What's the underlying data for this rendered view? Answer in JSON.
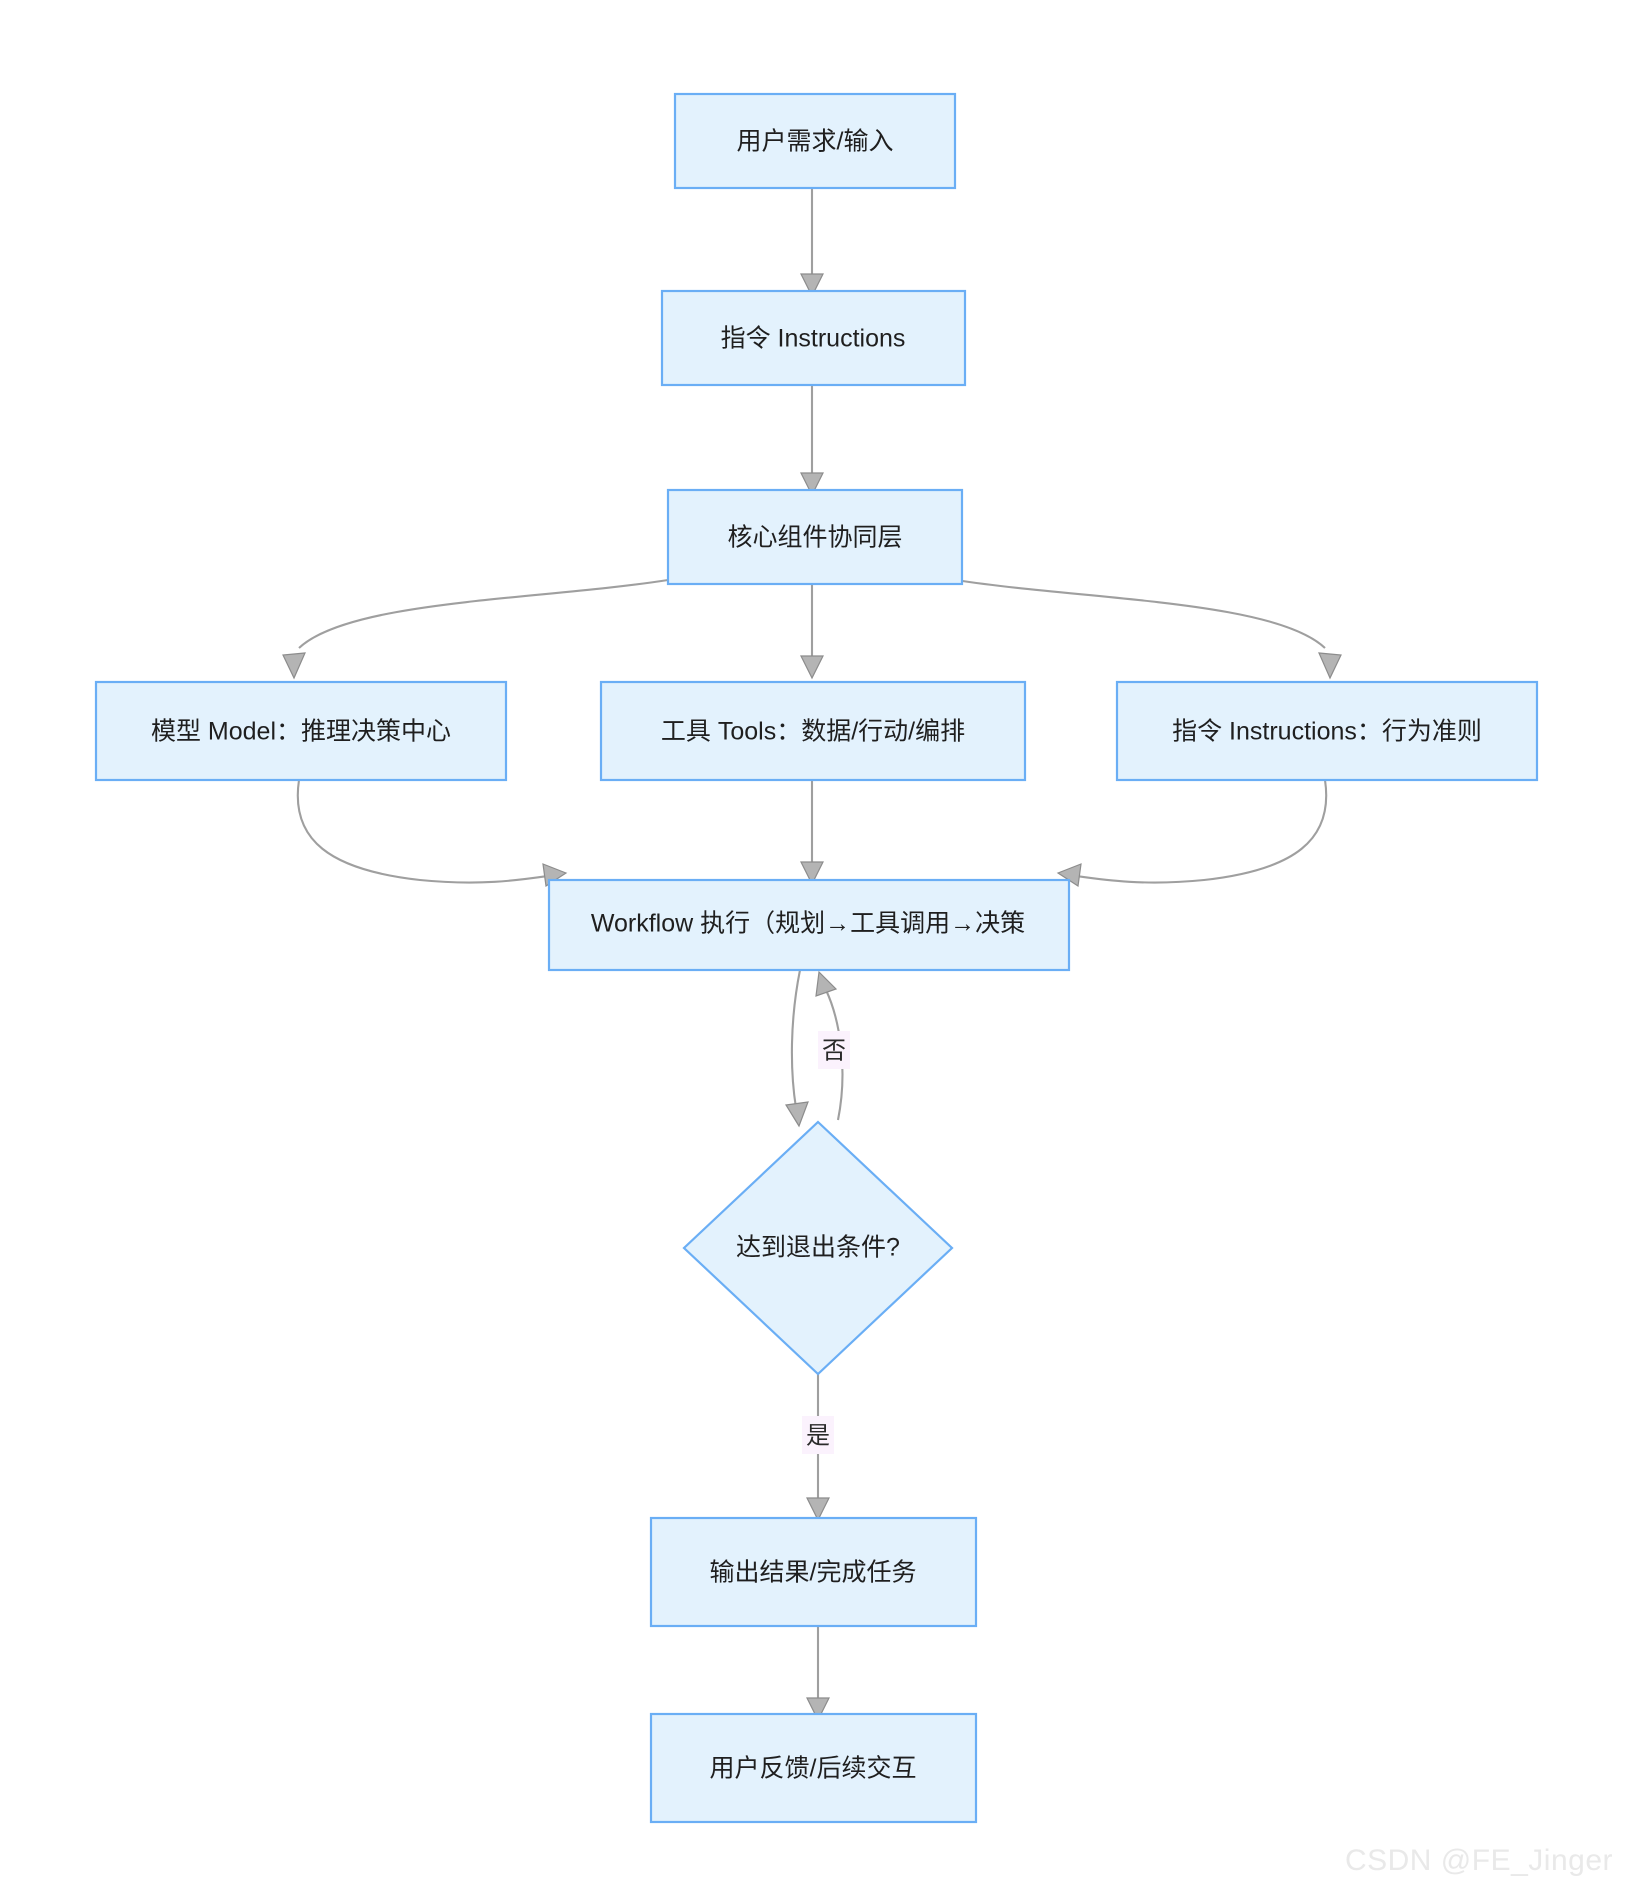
{
  "diagram": {
    "type": "flowchart",
    "direction": "top-to-bottom",
    "title_visible": false,
    "colors": {
      "node_fill": "#e3f2fd",
      "node_border": "#6aaef5",
      "edge_stroke": "#9f9f9f",
      "arrow_fill": "#b4b4b4",
      "edge_label_bg": "#fbf2fd",
      "text": "#1f1f1f",
      "background": "#ffffff",
      "watermark": "#e9e9e9"
    },
    "nodes": [
      {
        "id": "n1",
        "shape": "rect",
        "label": "用户需求/输入"
      },
      {
        "id": "n2",
        "shape": "rect",
        "label": "指令 Instructions"
      },
      {
        "id": "n3",
        "shape": "rect",
        "label": "核心组件协同层"
      },
      {
        "id": "n4",
        "shape": "rect",
        "label": "模型 Model：推理决策中心"
      },
      {
        "id": "n5",
        "shape": "rect",
        "label": "工具 Tools：数据/行动/编排"
      },
      {
        "id": "n6",
        "shape": "rect",
        "label": "指令 Instructions：行为准则"
      },
      {
        "id": "n7",
        "shape": "rect",
        "label": "Workflow 执行（规划→工具调用→决策"
      },
      {
        "id": "n8",
        "shape": "diamond",
        "label": "达到退出条件?"
      },
      {
        "id": "n9",
        "shape": "rect",
        "label": "输出结果/完成任务"
      },
      {
        "id": "n10",
        "shape": "rect",
        "label": "用户反馈/后续交互"
      }
    ],
    "edges": [
      {
        "from": "n1",
        "to": "n2",
        "label": ""
      },
      {
        "from": "n2",
        "to": "n3",
        "label": ""
      },
      {
        "from": "n3",
        "to": "n4",
        "label": ""
      },
      {
        "from": "n3",
        "to": "n5",
        "label": ""
      },
      {
        "from": "n3",
        "to": "n6",
        "label": ""
      },
      {
        "from": "n4",
        "to": "n7",
        "label": ""
      },
      {
        "from": "n5",
        "to": "n7",
        "label": ""
      },
      {
        "from": "n6",
        "to": "n7",
        "label": ""
      },
      {
        "from": "n7",
        "to": "n8",
        "label": ""
      },
      {
        "from": "n8",
        "to": "n7",
        "label": "否"
      },
      {
        "from": "n8",
        "to": "n9",
        "label": "是"
      },
      {
        "from": "n9",
        "to": "n10",
        "label": ""
      }
    ],
    "edge_labels": [
      {
        "id": "lbl-no",
        "text": "否"
      },
      {
        "id": "lbl-yes",
        "text": "是"
      }
    ]
  },
  "watermark": {
    "text": "CSDN @FE_Jinger"
  }
}
